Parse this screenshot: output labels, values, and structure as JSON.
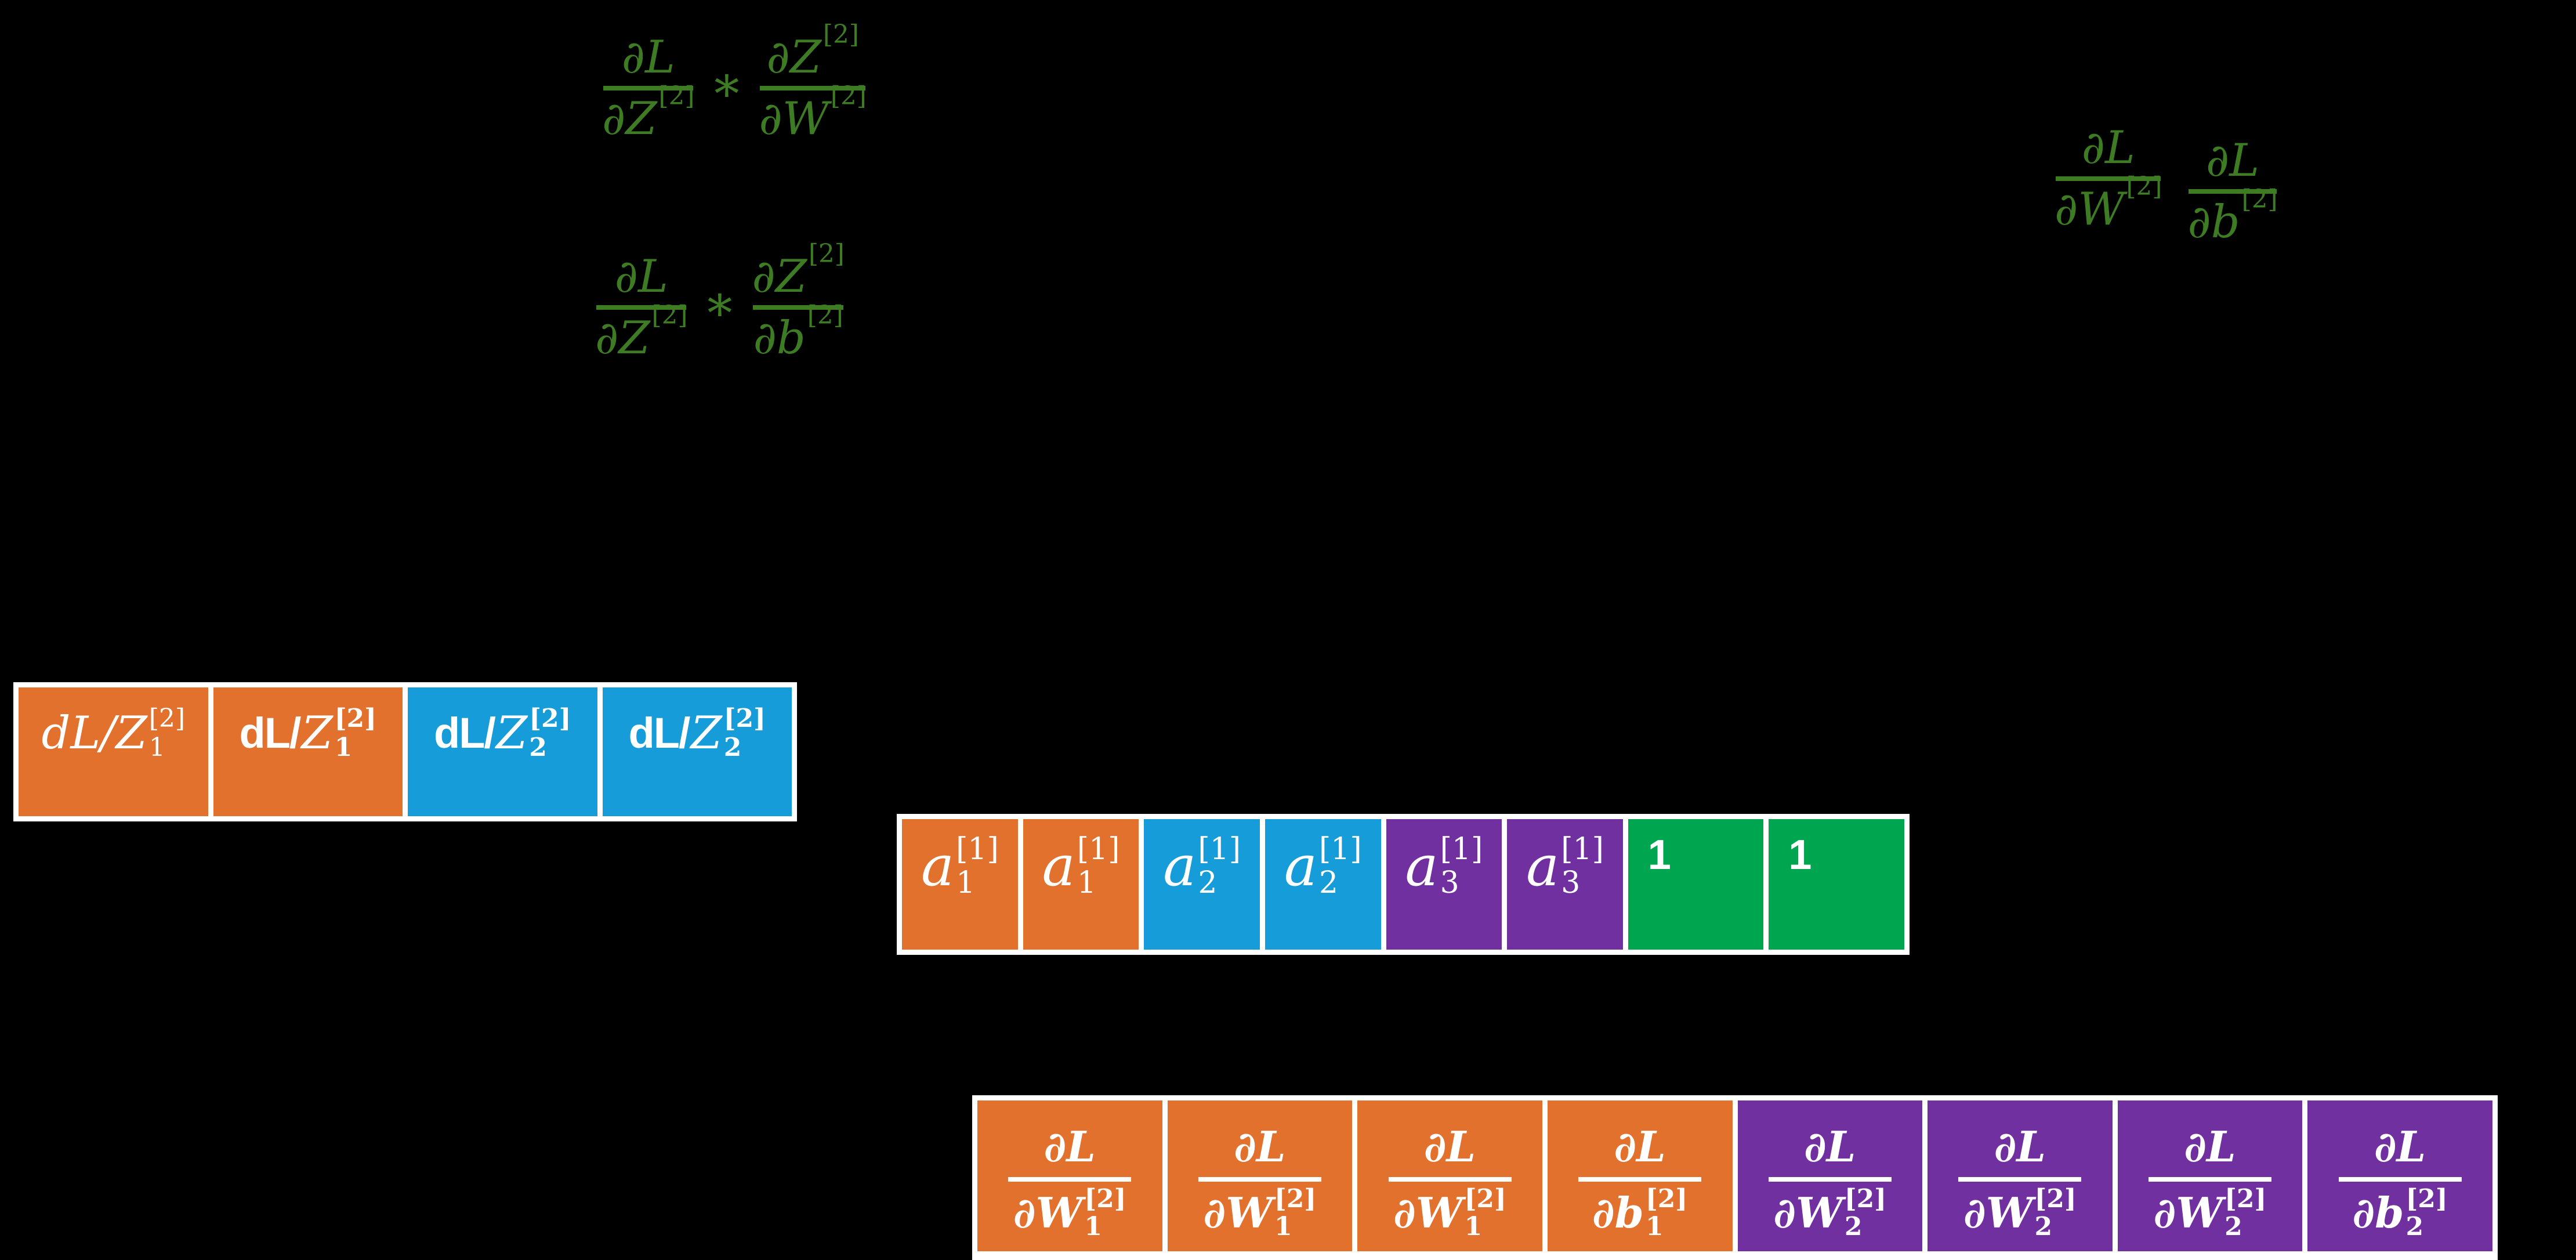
{
  "slide": {
    "background": "#000000"
  },
  "palette": {
    "formula_green": "#3E7C23",
    "orange": "#E2712E",
    "blue": "#169CD8",
    "purple": "#7030A0",
    "green": "#00A64F",
    "table_border": "#FFFFFF",
    "cell_text": "#FFFFFF"
  },
  "formulas": {
    "chain_rule_w": {
      "f1_num": "∂L",
      "f1_den_base": "∂Z",
      "f1_den_sup": "[2]",
      "op": "*",
      "f2_num_base": "∂Z",
      "f2_num_sup": "[2]",
      "f2_den_base": "∂W",
      "f2_den_sup": "[2]"
    },
    "chain_rule_b": {
      "f1_num": "∂L",
      "f1_den_base": "∂Z",
      "f1_den_sup": "[2]",
      "op": "*",
      "f2_num_base": "∂Z",
      "f2_num_sup": "[2]",
      "f2_den_base": "∂b",
      "f2_den_sup": "[2]"
    },
    "result_w": {
      "num": "∂L",
      "den_base": "∂W",
      "den_sup": "[2]"
    },
    "result_b": {
      "num": "∂L",
      "den_base": "∂b",
      "den_sup": "[2]"
    }
  },
  "tables": {
    "dl_dz": {
      "cells": [
        {
          "prefix": "dL/",
          "base": "Z",
          "sup": "[2]",
          "sub": "1",
          "color": "orange",
          "prefix_style": "italic-serif"
        },
        {
          "prefix": "dL/",
          "base": "Z",
          "sup": "[2]",
          "sub": "1",
          "color": "orange",
          "prefix_style": "bold-sans"
        },
        {
          "prefix": "dL/",
          "base": "Z",
          "sup": "[2]",
          "sub": "2",
          "color": "blue",
          "prefix_style": "bold-sans"
        },
        {
          "prefix": "dL/",
          "base": "Z",
          "sup": "[2]",
          "sub": "2",
          "color": "blue",
          "prefix_style": "bold-sans"
        }
      ]
    },
    "activations": {
      "cells": [
        {
          "base": "a",
          "sup": "[1]",
          "sub": "1",
          "color": "orange"
        },
        {
          "base": "a",
          "sup": "[1]",
          "sub": "1",
          "color": "orange"
        },
        {
          "base": "a",
          "sup": "[1]",
          "sub": "2",
          "color": "blue"
        },
        {
          "base": "a",
          "sup": "[1]",
          "sub": "2",
          "color": "blue"
        },
        {
          "base": "a",
          "sup": "[1]",
          "sub": "3",
          "color": "purple"
        },
        {
          "base": "a",
          "sup": "[1]",
          "sub": "3",
          "color": "purple"
        },
        {
          "value": "1",
          "color": "green"
        },
        {
          "value": "1",
          "color": "green"
        }
      ]
    },
    "gradients": {
      "cells": [
        {
          "num": "∂L",
          "den_base": "∂W",
          "den_sup": "[2]",
          "den_sub": "1",
          "color": "orange"
        },
        {
          "num": "∂L",
          "den_base": "∂W",
          "den_sup": "[2]",
          "den_sub": "1",
          "color": "orange"
        },
        {
          "num": "∂L",
          "den_base": "∂W",
          "den_sup": "[2]",
          "den_sub": "1",
          "color": "orange"
        },
        {
          "num": "∂L",
          "den_base": "∂b",
          "den_sup": "[2]",
          "den_sub": "1",
          "color": "orange"
        },
        {
          "num": "∂L",
          "den_base": "∂W",
          "den_sup": "[2]",
          "den_sub": "2",
          "color": "purple"
        },
        {
          "num": "∂L",
          "den_base": "∂W",
          "den_sup": "[2]",
          "den_sub": "2",
          "color": "purple"
        },
        {
          "num": "∂L",
          "den_base": "∂W",
          "den_sup": "[2]",
          "den_sub": "2",
          "color": "purple"
        },
        {
          "num": "∂L",
          "den_base": "∂b",
          "den_sup": "[2]",
          "den_sub": "2",
          "color": "purple"
        }
      ]
    }
  }
}
